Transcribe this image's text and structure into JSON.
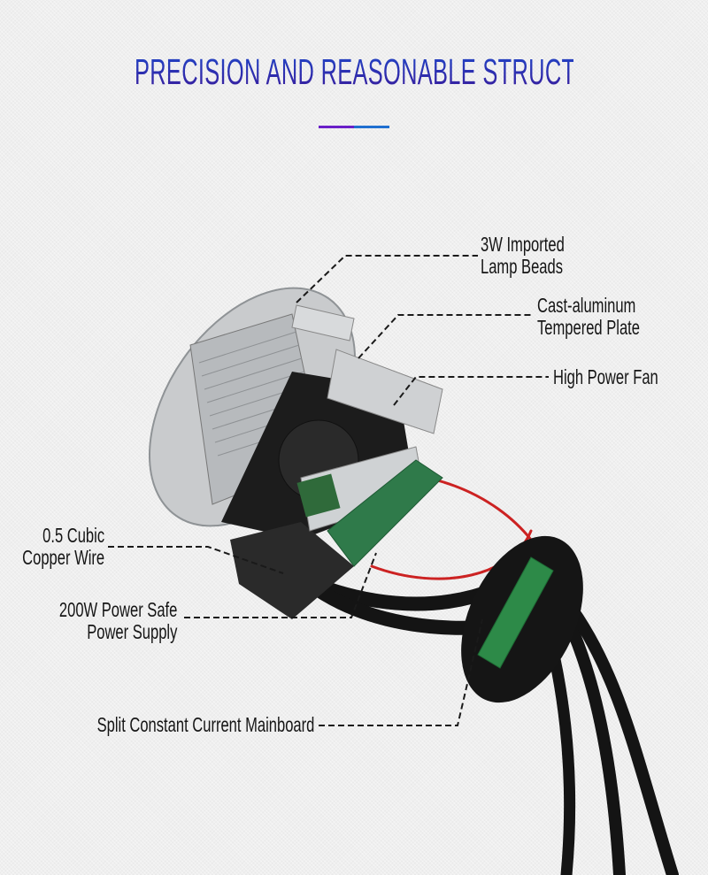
{
  "header": {
    "title": "PRECISION AND REASONABLE STRUCTURE ANALYSIS",
    "accent_colors": [
      "#6a1fc8",
      "#1f6fd0"
    ]
  },
  "callouts": [
    {
      "id": "lamp-beads",
      "lines": [
        "3W Imported",
        "Lamp Beads"
      ]
    },
    {
      "id": "tempered-plate",
      "lines": [
        "Cast-aluminum",
        "Tempered Plate"
      ]
    },
    {
      "id": "fan",
      "lines": [
        "High Power Fan"
      ]
    },
    {
      "id": "copper-wire",
      "lines": [
        "0.5 Cubic",
        "Copper Wire"
      ]
    },
    {
      "id": "power-supply",
      "lines": [
        "200W Power Safe",
        "Power Supply"
      ]
    },
    {
      "id": "mainboard",
      "lines": [
        "Split Constant Current Mainboard"
      ]
    }
  ]
}
